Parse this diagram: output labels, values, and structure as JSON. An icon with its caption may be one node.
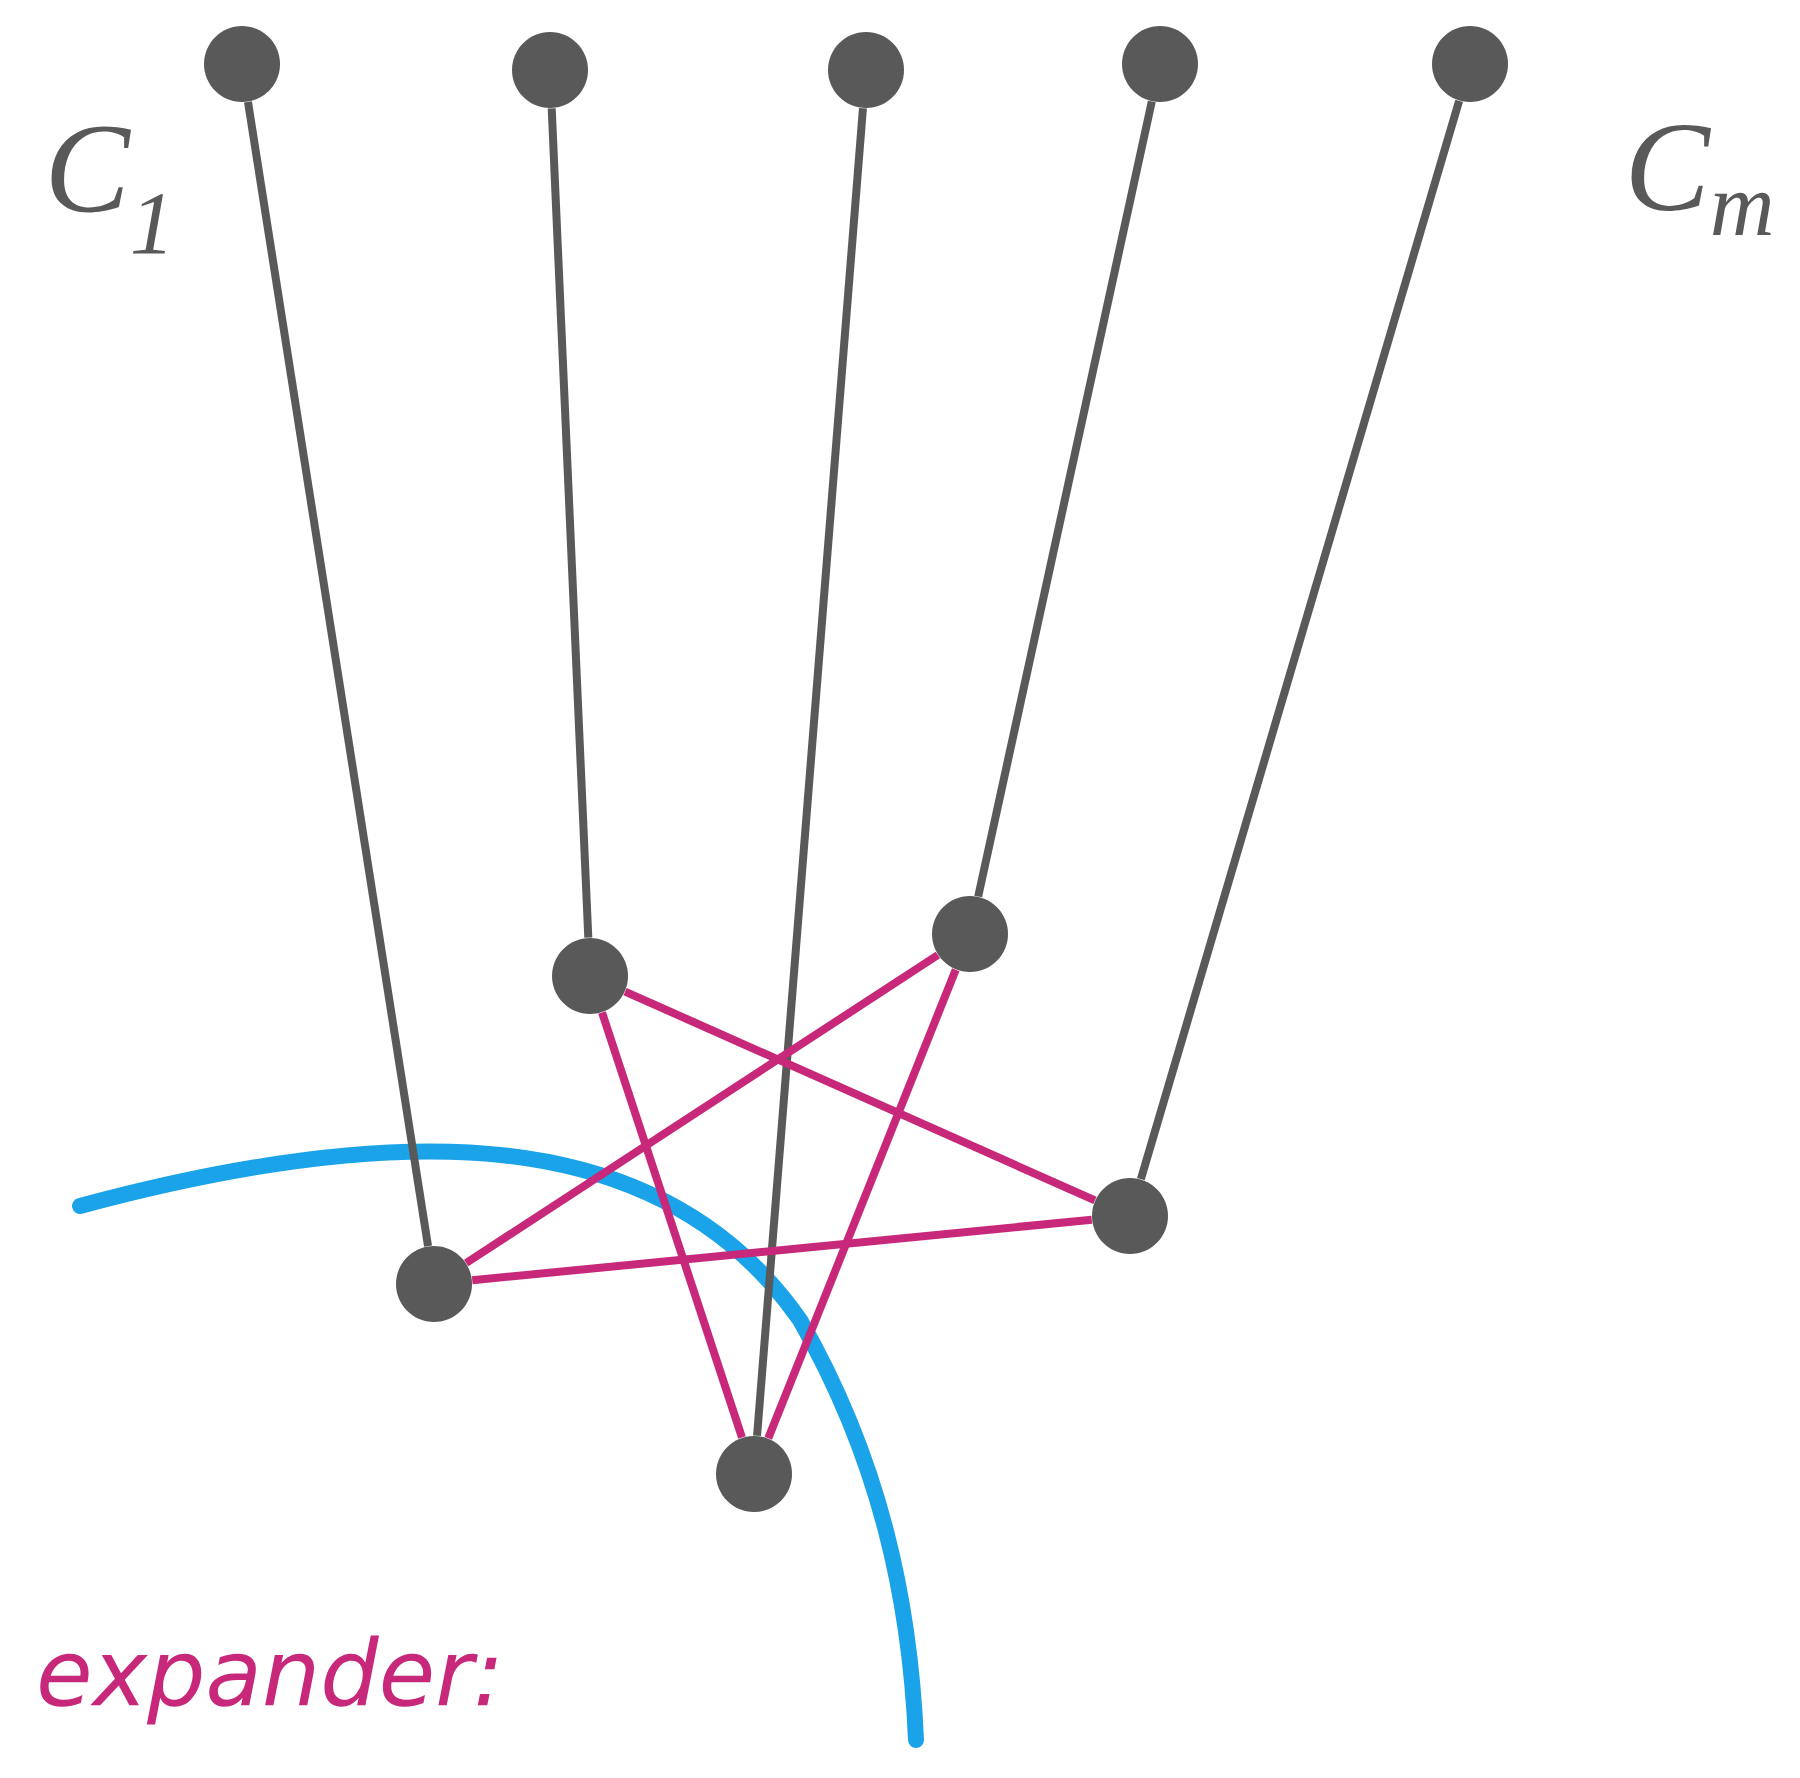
{
  "diagram": {
    "nodes": [
      {
        "text": [],
        "shape": "circle"
      },
      {
        "text": [],
        "shape": "circle"
      },
      {
        "text": [],
        "shape": "circle"
      },
      {
        "text": [],
        "shape": "circle"
      },
      {
        "text": [],
        "shape": "circle"
      },
      {
        "text": [],
        "shape": "circle"
      },
      {
        "text": [],
        "shape": "circle"
      },
      {
        "text": [],
        "shape": "circle"
      },
      {
        "text": [],
        "shape": "circle"
      },
      {
        "text": [],
        "shape": "circle"
      }
    ],
    "edges": [
      {
        "from": 0,
        "to": 8,
        "arrow": "none"
      },
      {
        "from": 1,
        "to": 5,
        "arrow": "none"
      },
      {
        "from": 2,
        "to": 9,
        "arrow": "none"
      },
      {
        "from": 3,
        "to": 6,
        "arrow": "none"
      },
      {
        "from": 4,
        "to": 7,
        "arrow": "none"
      },
      {
        "from": 5,
        "to": 7,
        "arrow": "none",
        "color": "#c8287a"
      },
      {
        "from": 5,
        "to": 9,
        "arrow": "none",
        "color": "#c8287a"
      },
      {
        "from": 6,
        "to": 8,
        "arrow": "none",
        "color": "#c8287a"
      },
      {
        "from": 6,
        "to": 9,
        "arrow": "none",
        "color": "#c8287a"
      },
      {
        "from": 8,
        "to": 7,
        "arrow": "none",
        "color": "#c8287a"
      }
    ],
    "labels": [
      "C$_{1}$",
      "C$_{m}$",
      "expander:"
    ]
  }
}
